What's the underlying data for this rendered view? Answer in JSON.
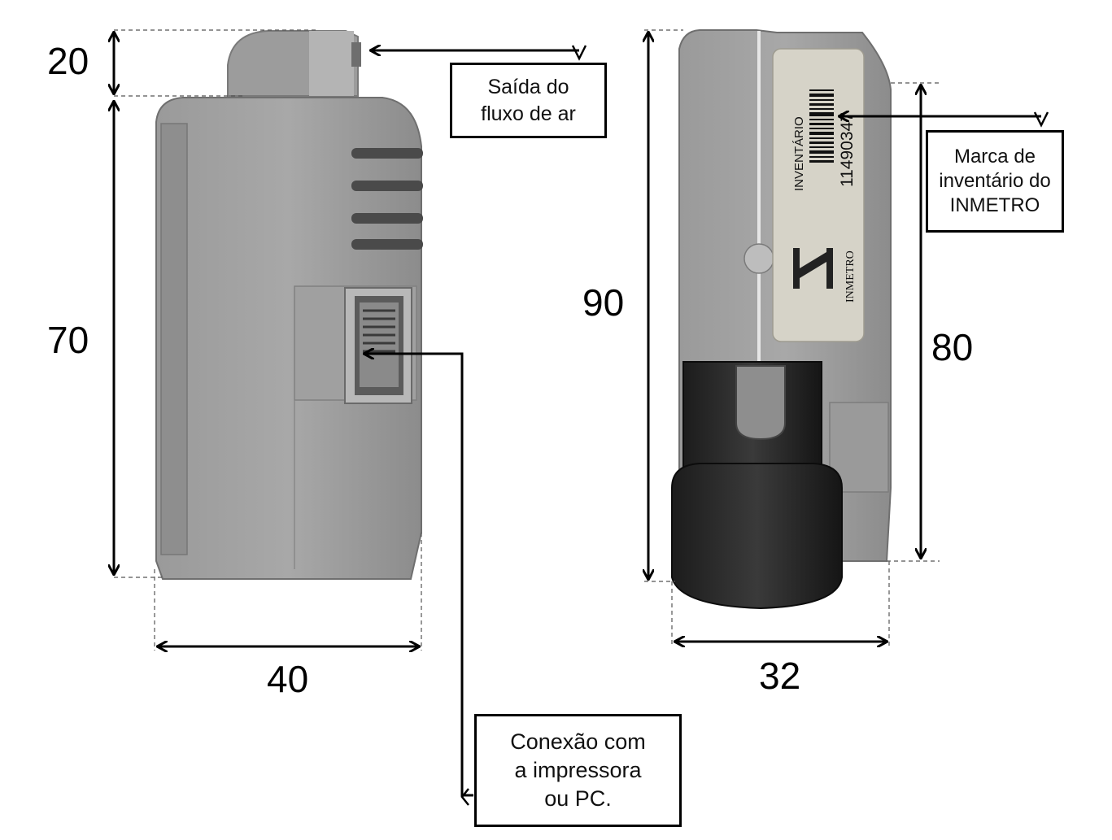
{
  "dimensions": {
    "left_top_height": "20",
    "left_body_height": "70",
    "left_width": "40",
    "right_total_height": "90",
    "right_body_height": "80",
    "right_width": "32"
  },
  "callouts": {
    "air_outlet": [
      "Saída do",
      "fluxo de ar"
    ],
    "inventory_mark": [
      "Marca de",
      "inventário do",
      "INMETRO"
    ],
    "connection": [
      "Conexão com",
      "a impressora",
      "ou PC."
    ]
  },
  "label_sticker": {
    "inventory_word": "INVENTÁRIO",
    "inventory_number": "11490347",
    "brand": "INMETRO"
  }
}
